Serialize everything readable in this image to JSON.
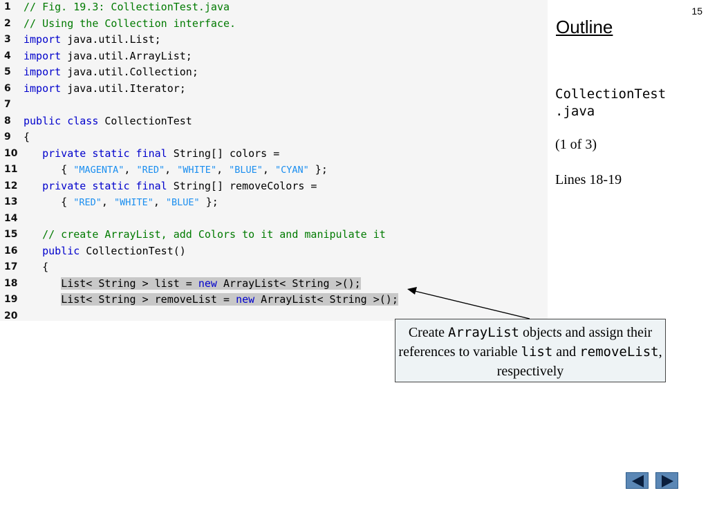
{
  "slide": {
    "page_number": "15",
    "outline_title": "Outline",
    "file_name_line1": "CollectionTest",
    "file_name_line2": ".java",
    "page_part": "(1 of 3)",
    "lines_ref": "Lines 18-19"
  },
  "code": [
    {
      "n": "1",
      "hl": false,
      "tokens": [
        {
          "t": "comment",
          "v": "// Fig. 19.3: CollectionTest.java"
        }
      ]
    },
    {
      "n": "2",
      "hl": false,
      "tokens": [
        {
          "t": "comment",
          "v": "// Using the Collection interface."
        }
      ]
    },
    {
      "n": "3",
      "hl": false,
      "tokens": [
        {
          "t": "keyword",
          "v": "import"
        },
        {
          "t": "plain",
          "v": " java.util.List;"
        }
      ]
    },
    {
      "n": "4",
      "hl": false,
      "tokens": [
        {
          "t": "keyword",
          "v": "import"
        },
        {
          "t": "plain",
          "v": " java.util.ArrayList;"
        }
      ]
    },
    {
      "n": "5",
      "hl": false,
      "tokens": [
        {
          "t": "keyword",
          "v": "import"
        },
        {
          "t": "plain",
          "v": " java.util.Collection;"
        }
      ]
    },
    {
      "n": "6",
      "hl": false,
      "tokens": [
        {
          "t": "keyword",
          "v": "import"
        },
        {
          "t": "plain",
          "v": " java.util.Iterator;"
        }
      ]
    },
    {
      "n": "7",
      "hl": false,
      "tokens": []
    },
    {
      "n": "8",
      "hl": false,
      "tokens": [
        {
          "t": "keyword",
          "v": "public class"
        },
        {
          "t": "plain",
          "v": " CollectionTest"
        }
      ]
    },
    {
      "n": "9",
      "hl": false,
      "tokens": [
        {
          "t": "plain",
          "v": "{"
        }
      ]
    },
    {
      "n": "10",
      "hl": false,
      "tokens": [
        {
          "t": "plain",
          "v": "   "
        },
        {
          "t": "keyword",
          "v": "private static final"
        },
        {
          "t": "plain",
          "v": " String[] colors ="
        }
      ]
    },
    {
      "n": "11",
      "hl": false,
      "tokens": [
        {
          "t": "plain",
          "v": "      { "
        },
        {
          "t": "string",
          "v": "\"MAGENTA\""
        },
        {
          "t": "plain",
          "v": ", "
        },
        {
          "t": "string",
          "v": "\"RED\""
        },
        {
          "t": "plain",
          "v": ", "
        },
        {
          "t": "string",
          "v": "\"WHITE\""
        },
        {
          "t": "plain",
          "v": ", "
        },
        {
          "t": "string",
          "v": "\"BLUE\""
        },
        {
          "t": "plain",
          "v": ", "
        },
        {
          "t": "string",
          "v": "\"CYAN\""
        },
        {
          "t": "plain",
          "v": " };"
        }
      ]
    },
    {
      "n": "12",
      "hl": false,
      "tokens": [
        {
          "t": "plain",
          "v": "   "
        },
        {
          "t": "keyword",
          "v": "private static final"
        },
        {
          "t": "plain",
          "v": " String[] removeColors ="
        }
      ]
    },
    {
      "n": "13",
      "hl": false,
      "tokens": [
        {
          "t": "plain",
          "v": "      { "
        },
        {
          "t": "string",
          "v": "\"RED\""
        },
        {
          "t": "plain",
          "v": ", "
        },
        {
          "t": "string",
          "v": "\"WHITE\""
        },
        {
          "t": "plain",
          "v": ", "
        },
        {
          "t": "string",
          "v": "\"BLUE\""
        },
        {
          "t": "plain",
          "v": " };"
        }
      ]
    },
    {
      "n": "14",
      "hl": false,
      "tokens": []
    },
    {
      "n": "15",
      "hl": false,
      "tokens": [
        {
          "t": "plain",
          "v": "   "
        },
        {
          "t": "comment",
          "v": "// create ArrayList, add Colors to it and manipulate it"
        }
      ]
    },
    {
      "n": "16",
      "hl": false,
      "tokens": [
        {
          "t": "plain",
          "v": "   "
        },
        {
          "t": "keyword",
          "v": "public"
        },
        {
          "t": "plain",
          "v": " CollectionTest()"
        }
      ]
    },
    {
      "n": "17",
      "hl": false,
      "tokens": [
        {
          "t": "plain",
          "v": "   {"
        }
      ]
    },
    {
      "n": "18",
      "hl": true,
      "indent": "      ",
      "tokens": [
        {
          "t": "plain",
          "v": "List< String > list = "
        },
        {
          "t": "keyword",
          "v": "new"
        },
        {
          "t": "plain",
          "v": " ArrayList< String >();"
        }
      ]
    },
    {
      "n": "19",
      "hl": true,
      "indent": "      ",
      "tokens": [
        {
          "t": "plain",
          "v": "List< String > removeList = "
        },
        {
          "t": "keyword",
          "v": "new"
        },
        {
          "t": "plain",
          "v": " ArrayList< String >();"
        }
      ]
    },
    {
      "n": "20",
      "hl": false,
      "tokens": []
    }
  ],
  "callout": {
    "p1": "Create ",
    "code1": "ArrayList",
    "p2": " objects and assign their references to variable ",
    "code2": "list",
    "p3": " and ",
    "code3": "removeList",
    "p4": ", respectively"
  },
  "nav": {
    "prev_icon": "triangle-left-icon",
    "next_icon": "triangle-right-icon",
    "button_color": "#5b87b5"
  },
  "colors": {
    "keyword": "#0000cc",
    "comment": "#007a00",
    "string": "#1a8ef0",
    "highlight": "#c8c8c8"
  }
}
